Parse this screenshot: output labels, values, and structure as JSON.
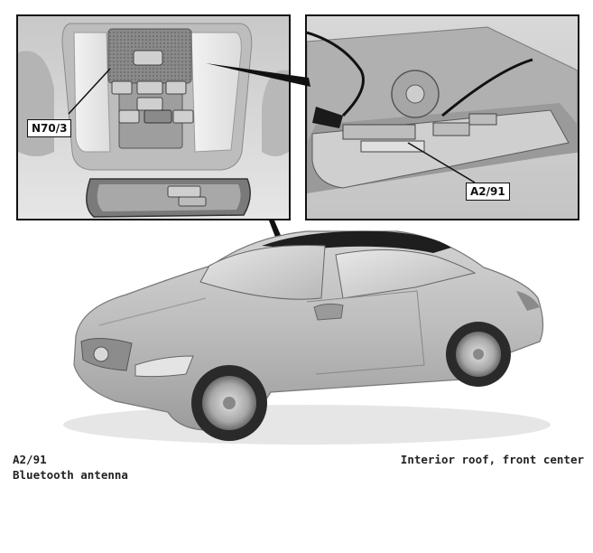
{
  "callouts": {
    "left_panel": "N70/3",
    "right_panel": "A2/91"
  },
  "caption": {
    "component_code": "A2/91",
    "component_name": "Bluetooth antenna",
    "location": "Interior roof, front center"
  },
  "colors": {
    "panel_border": "#111111",
    "car_body": "#bcbcbc",
    "background": "#ffffff"
  }
}
